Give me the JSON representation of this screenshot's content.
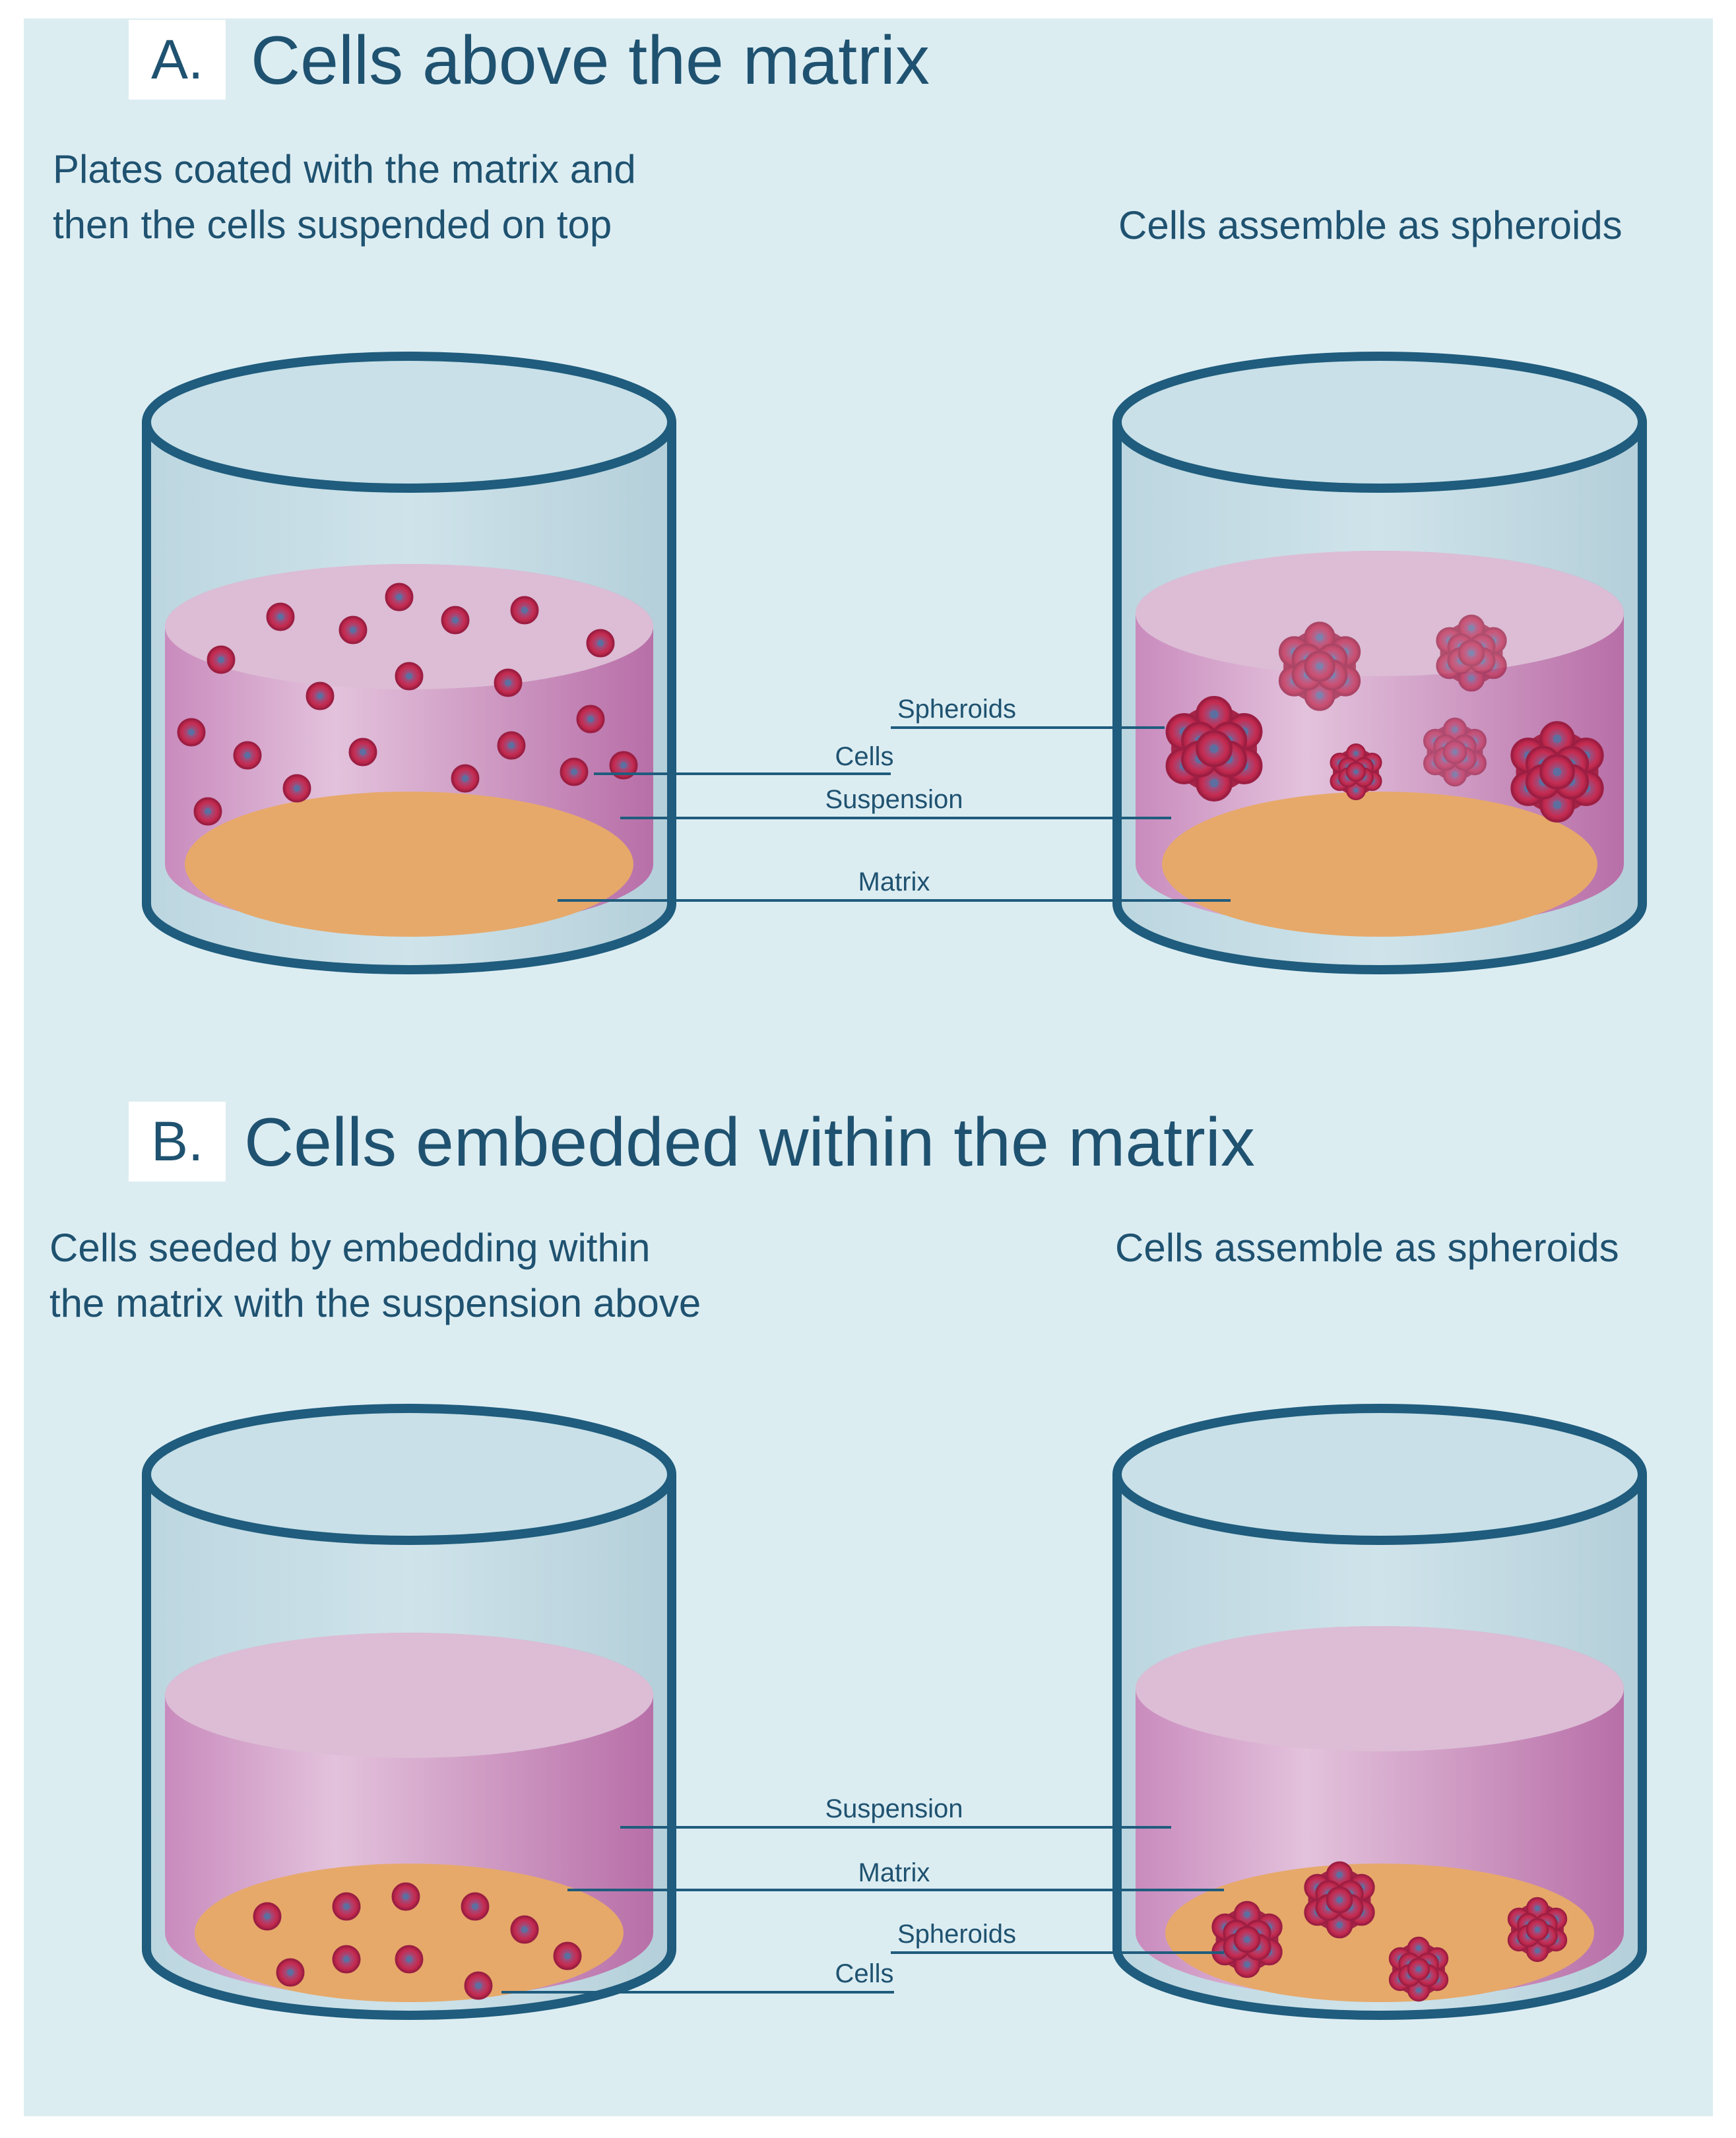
{
  "section_a": {
    "tag": "A.",
    "title": "Cells above the matrix",
    "left_caption": "Plates coated with the matrix and\nthen the cells suspended on top",
    "right_caption": "Cells assemble as spheroids",
    "labels": {
      "spheroids": "Spheroids",
      "cells": "Cells",
      "suspension": "Suspension",
      "matrix": "Matrix"
    }
  },
  "section_b": {
    "tag": "B.",
    "title": "Cells embedded within the matrix",
    "left_caption": "Cells seeded by embedding within\nthe matrix with the suspension above",
    "right_caption": "Cells assemble as spheroids",
    "labels": {
      "suspension": "Suspension",
      "matrix": "Matrix",
      "spheroids": "Spheroids",
      "cells": "Cells"
    }
  },
  "colors": {
    "background": "#dcedf2",
    "glass": "#bcd6e0",
    "outline": "#1f5c7d",
    "suspension": "#c97fb4",
    "matrix": "#e7a86a",
    "cell": "#c02a4f",
    "text": "#1f5270"
  }
}
